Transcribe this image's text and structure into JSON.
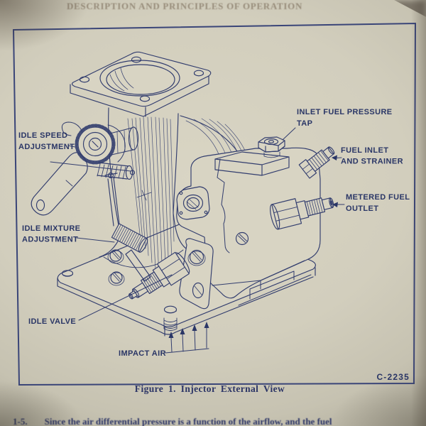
{
  "page": {
    "running_header": "DESCRIPTION AND PRINCIPLES OF OPERATION",
    "figure_caption": "Figure 1.  Injector External View",
    "figure_code": "C-2235",
    "body_paragraph_number": "1-5.",
    "body_paragraph_text": "Since the air differential pressure is a function of the airflow, and the fuel",
    "colors": {
      "ink": "#2e3a6b",
      "paper": "#d2cebd"
    }
  },
  "figure": {
    "callouts": [
      {
        "lines": [
          "IDLE SPEED",
          "ADJUSTMENT"
        ]
      },
      {
        "lines": [
          "IDLE MIXTURE",
          "ADJUSTMENT"
        ]
      },
      {
        "lines": [
          "IDLE VALVE"
        ]
      },
      {
        "lines": [
          "IMPACT AIR"
        ]
      },
      {
        "lines": [
          "INLET FUEL PRESSURE",
          "TAP"
        ]
      },
      {
        "lines": [
          "FUEL INLET",
          "AND STRAINER"
        ]
      },
      {
        "lines": [
          "METERED FUEL",
          "OUTLET"
        ]
      }
    ]
  }
}
